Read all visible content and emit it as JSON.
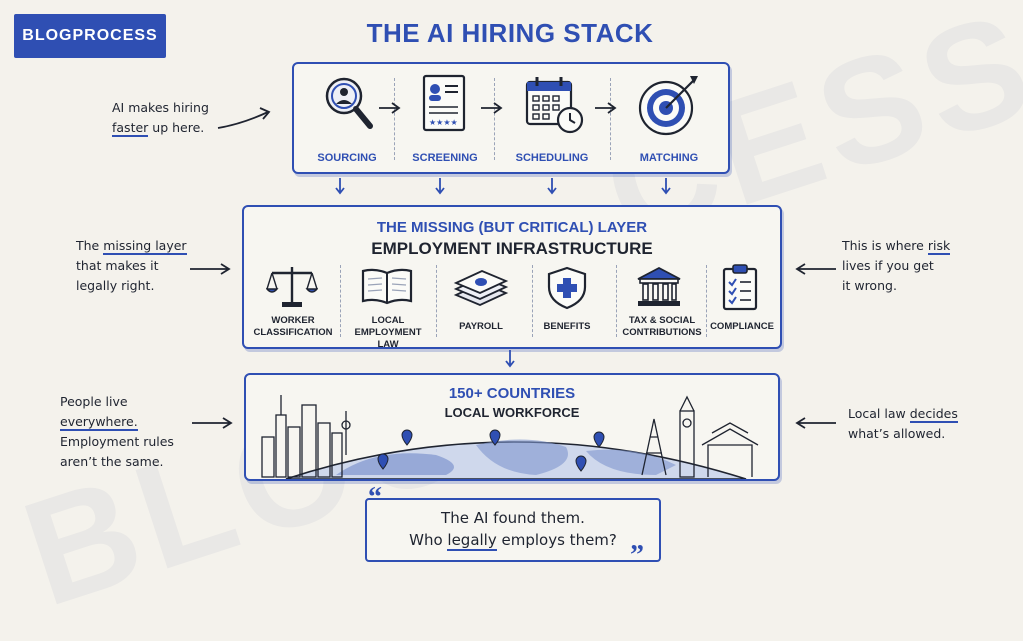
{
  "logo": "BLOGPROCESS",
  "title": "THE AI HIRING STACK",
  "top_stages": [
    {
      "label": "SOURCING",
      "icon": "magnifier-person-icon"
    },
    {
      "label": "SCREENING",
      "icon": "resume-icon"
    },
    {
      "label": "SCHEDULING",
      "icon": "calendar-clock-icon"
    },
    {
      "label": "MATCHING",
      "icon": "target-icon"
    }
  ],
  "left_note_1": {
    "before": "AI makes hiring",
    "highlight": "faster",
    "after": "up here."
  },
  "layer": {
    "title": "THE MISSING (BUT CRITICAL) LAYER",
    "subtitle": "EMPLOYMENT INFRASTRUCTURE",
    "components": [
      {
        "line1": "WORKER",
        "line2": "CLASSIFICATION",
        "icon": "scales-icon"
      },
      {
        "line1": "LOCAL",
        "line2": "EMPLOYMENT LAW",
        "icon": "book-icon"
      },
      {
        "line1": "PAYROLL",
        "line2": "",
        "icon": "cash-icon"
      },
      {
        "line1": "BENEFITS",
        "line2": "",
        "icon": "shield-plus-icon"
      },
      {
        "line1": "TAX & SOCIAL",
        "line2": "CONTRIBUTIONS",
        "icon": "bank-icon"
      },
      {
        "line1": "COMPLIANCE",
        "line2": "",
        "icon": "clipboard-check-icon"
      }
    ]
  },
  "left_note_2": {
    "before": "The",
    "highlight": "missing layer",
    "line2": "that makes it",
    "line3": "legally right."
  },
  "right_note_1": {
    "before": "This is where",
    "highlight": "risk",
    "line2": "lives if you get",
    "line3": "it wrong."
  },
  "world": {
    "title": "150+ COUNTRIES",
    "subtitle": "LOCAL WORKFORCE"
  },
  "left_note_3": {
    "before": "People live",
    "highlight": "everywhere.",
    "line2": "Employment rules",
    "line3": "aren’t the same."
  },
  "right_note_2": {
    "before": "Local law",
    "highlight": "decides",
    "line2": "what’s allowed."
  },
  "quote": {
    "line1": "The AI found them.",
    "line2_before": "Who",
    "line2_highlight": "legally",
    "line2_after": "employs them?",
    "open": "“",
    "close": "”"
  },
  "colors": {
    "accent": "#2f4fb3",
    "ink": "#1f2430",
    "paper": "#f4f2ec"
  }
}
